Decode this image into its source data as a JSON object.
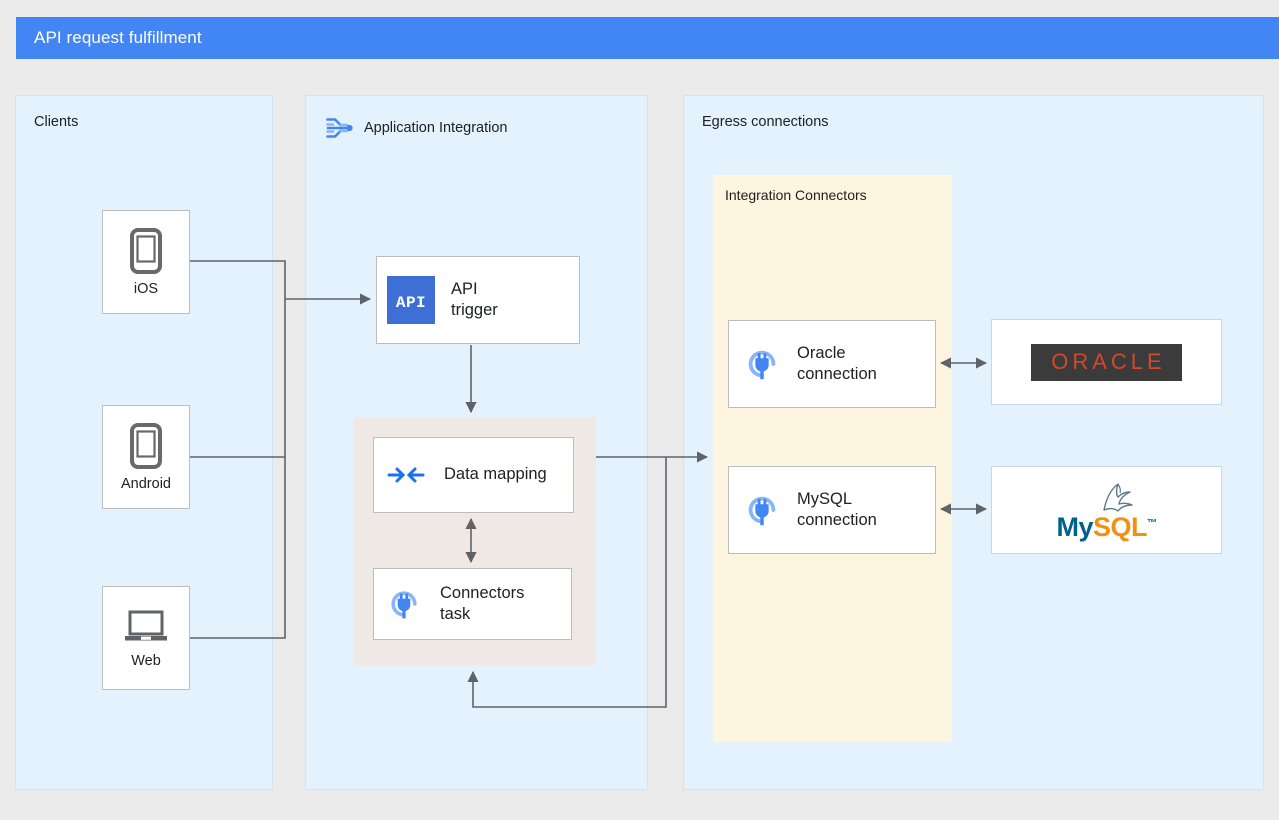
{
  "header": {
    "title": "API request fulfillment",
    "accent_color": "#4285f4"
  },
  "panels": {
    "clients": {
      "label": "Clients",
      "icon": ""
    },
    "application_integration": {
      "label": "Application Integration",
      "icon": "application-integration-icon"
    },
    "egress": {
      "label": "Egress connections",
      "icon": ""
    }
  },
  "groups": {
    "integration_connectors": {
      "label": "Integration Connectors",
      "color": "#fdf5e0"
    },
    "mapping_group": {
      "label": "",
      "color": "#efe8e4"
    }
  },
  "clients": [
    {
      "label": "iOS",
      "icon": "phone-icon"
    },
    {
      "label": "Android",
      "icon": "phone-icon"
    },
    {
      "label": "Web",
      "icon": "laptop-icon"
    }
  ],
  "integration_nodes": [
    {
      "label": "API\ntrigger",
      "icon": "api-trigger-icon",
      "icon_text": "API"
    },
    {
      "label": "Data mapping",
      "icon": "data-mapping-icon"
    },
    {
      "label": "Connectors\ntask",
      "icon": "connectors-plug-icon"
    }
  ],
  "connections": [
    {
      "label": "Oracle\nconnection",
      "icon": "connectors-plug-icon",
      "system": "ORACLE",
      "system_logo": "oracle-logo"
    },
    {
      "label": "MySQL\nconnection",
      "icon": "connectors-plug-icon",
      "system": "MySQL",
      "system_logo": "mysql-logo"
    }
  ],
  "logos": {
    "oracle": {
      "text": "ORACLE",
      "text_color": "#d5472a",
      "background": "#3b3b3b"
    },
    "mysql": {
      "text_primary": "My",
      "text_secondary": "SQL",
      "trademark": "™",
      "primary_color": "#00618a",
      "secondary_color": "#f29111"
    }
  },
  "colors": {
    "page_background": "#ebebeb",
    "panel_background": "#e3f2fd",
    "connector_group_background": "#fdf5e0",
    "mapping_group_background": "#efe8e4",
    "wire": "#5f6368",
    "node_border": "#bdbdbd",
    "icon_blue": "#1a73e8"
  }
}
